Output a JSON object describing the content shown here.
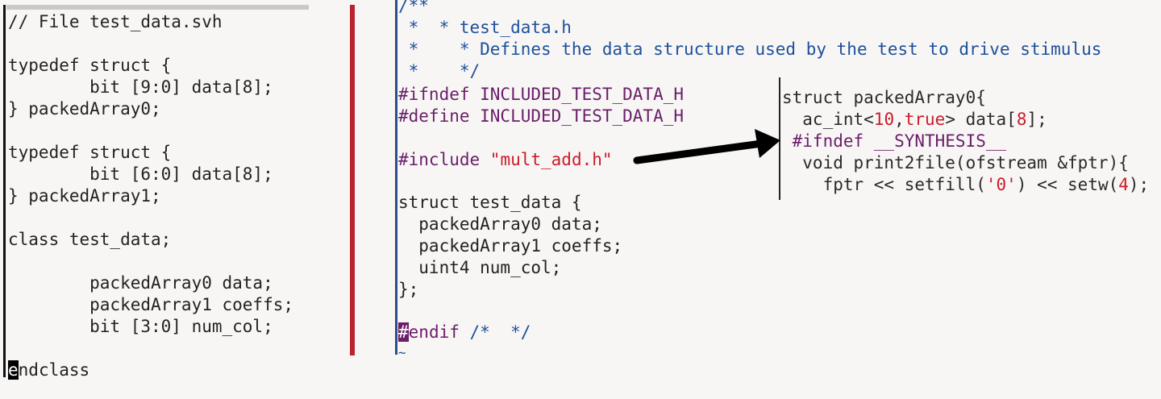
{
  "left_pane": {
    "lines": [
      "// File test_data.svh",
      "",
      "typedef struct {",
      "        bit [9:0] data[8];",
      "} packedArray0;",
      "",
      "typedef struct {",
      "        bit [6:0] data[8];",
      "} packedArray1;",
      "",
      "class test_data;",
      "",
      "        packedArray0 data;",
      "        packedArray1 coeffs;",
      "        bit [3:0] num_col;",
      "",
      ""
    ],
    "endclass_cursor": "e",
    "endclass_rest": "ndclass"
  },
  "right_pane": {
    "comment_lines": [
      "/**",
      " *  * test_data.h",
      " *    * Defines the data structure used by the test to drive stimulus",
      " *    */"
    ],
    "ifndef_line": "#ifndef INCLUDED_TEST_DATA_H",
    "define_line": "#define INCLUDED_TEST_DATA_H",
    "include_directive": "#include ",
    "include_file": "\"mult_add.h\"",
    "struct_lines": [
      "struct test_data {",
      "  packedArray0 data;",
      "  packedArray1 coeffs;",
      "  uint4 num_col;",
      "};"
    ],
    "endif_hash": "#",
    "endif_rest": "endif ",
    "endif_comment": "/*  */",
    "tilde": "~"
  },
  "inset_pane": {
    "line1": "struct packedArray0{",
    "line2_a": "  ac_int<",
    "line2_num": "10",
    "line2_comma": ",",
    "line2_kw": "true",
    "line2_b": "> data[",
    "line2_idx": "8",
    "line2_c": "];",
    "line3": " #ifndef __SYNTHESIS__",
    "line4": "  void print2file(ofstream &fptr){",
    "line5_a": "    fptr << setfill(",
    "line5_str": "'0'",
    "line5_b": ") << setw(",
    "line5_num": "4",
    "line5_c": ");"
  },
  "colors": {
    "divider": "#bb2230",
    "comment": "#1d4f9c",
    "preprocessor": "#6a1e6a",
    "string": "#cc1b2b"
  }
}
